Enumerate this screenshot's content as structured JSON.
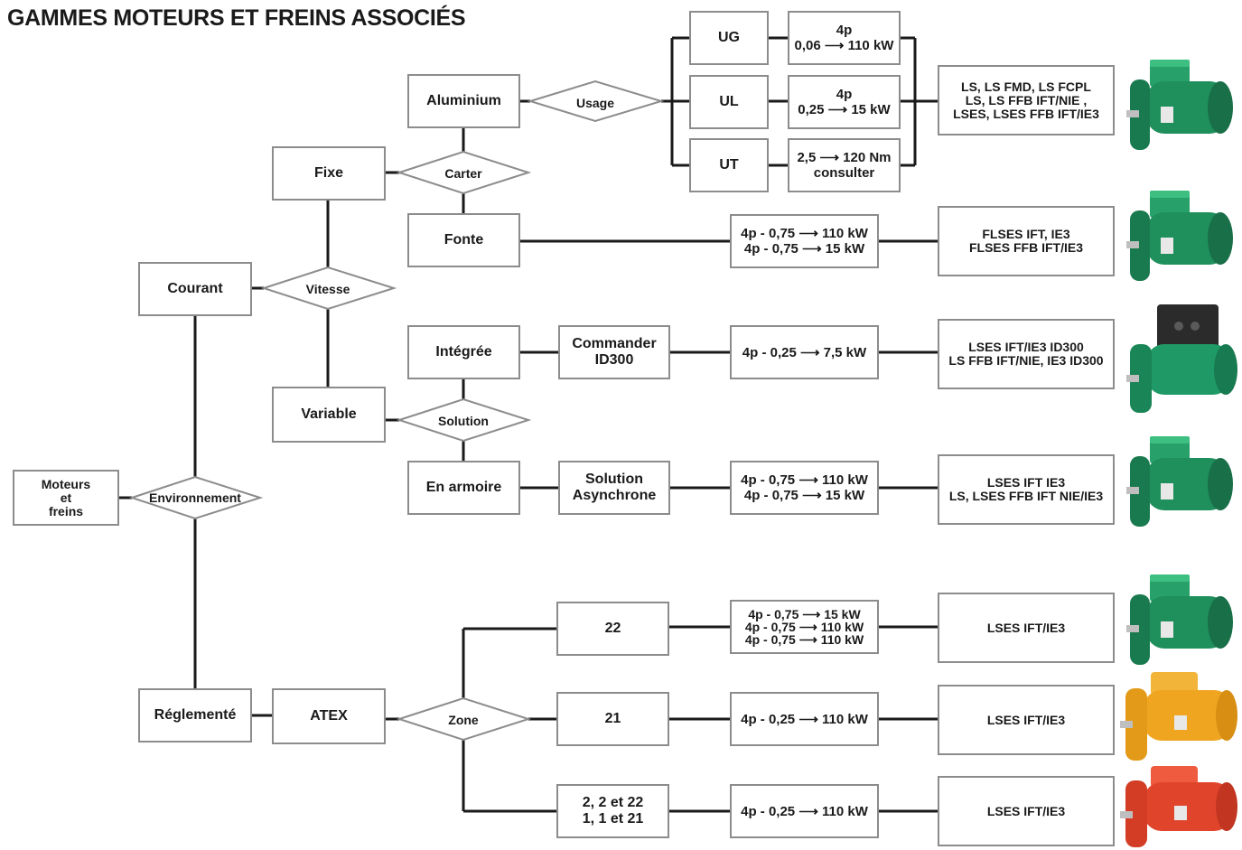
{
  "title": "GAMMES MOTEURS ET FREINS ASSOCIÉS",
  "root": [
    "Moteurs",
    "et",
    "freins"
  ],
  "decisions": {
    "environnement": "Environnement",
    "vitesse": "Vitesse",
    "carter": "Carter",
    "usage": "Usage",
    "solution": "Solution",
    "zone": "Zone"
  },
  "nodes": {
    "courant": "Courant",
    "reglemente": "Réglementé",
    "fixe": "Fixe",
    "variable": "Variable",
    "aluminium": "Aluminium",
    "fonte": "Fonte",
    "integree": "Intégrée",
    "en_armoire": "En armoire",
    "atex": "ATEX",
    "ug": "UG",
    "ul": "UL",
    "ut": "UT",
    "commander": [
      "Commander",
      "ID300"
    ],
    "solution_async": [
      "Solution",
      "Asynchrone"
    ],
    "zone22": "22",
    "zone21": "21",
    "zone_multi": [
      "2, 2 et 22",
      "1, 1 et 21"
    ]
  },
  "ranges": {
    "ug": [
      "4p",
      "0,06 ⟶ 110 kW"
    ],
    "ul": [
      "4p",
      "0,25 ⟶ 15 kW"
    ],
    "ut": [
      "2,5 ⟶ 120 Nm",
      "consulter"
    ],
    "fonte": [
      "4p - 0,75 ⟶ 110 kW",
      "4p - 0,75 ⟶ 15 kW"
    ],
    "integree": [
      "4p - 0,25 ⟶ 7,5 kW"
    ],
    "armoire": [
      "4p - 0,75 ⟶ 110 kW",
      "4p - 0,75 ⟶ 15 kW"
    ],
    "zone22": [
      "4p - 0,75 ⟶ 15 kW",
      "4p - 0,75 ⟶ 110 kW",
      "4p - 0,75 ⟶ 110 kW"
    ],
    "zone21": [
      "4p - 0,25 ⟶ 110 kW"
    ],
    "zone_multi": [
      "4p - 0,25 ⟶ 110 kW"
    ]
  },
  "products": {
    "aluminium": [
      "LS, LS FMD, LS FCPL",
      "LS, LS FFB IFT/NIE ,",
      "LSES, LSES FFB IFT/IE3"
    ],
    "fonte": [
      "FLSES IFT, IE3",
      "FLSES FFB IFT/IE3"
    ],
    "integree": [
      "LSES IFT/IE3 ID300",
      "LS FFB IFT/NIE, IE3 ID300"
    ],
    "armoire": [
      "LSES IFT IE3",
      "LS, LSES FFB IFT NIE/IE3"
    ],
    "zone22": [
      "LSES IFT/IE3"
    ],
    "zone21": [
      "LSES IFT/IE3"
    ],
    "zone_multi": [
      "LSES IFT/IE3"
    ]
  },
  "colors": {
    "line": "#1a1a1a",
    "border": "#8c8c8c",
    "motor_green": "#1f8f5c",
    "motor_drive": "#2b2b2b",
    "motor_yellow": "#f0a520",
    "motor_red": "#e0452c"
  }
}
